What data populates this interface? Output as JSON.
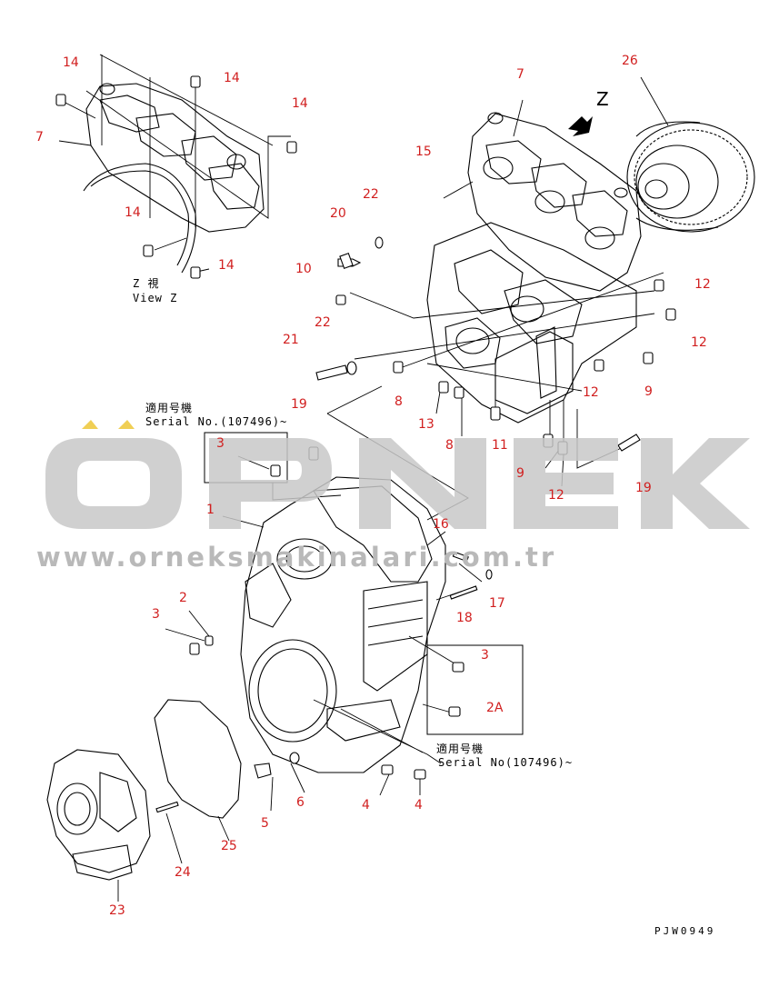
{
  "watermark": {
    "brand": "ÖRNEK",
    "url": "www.orneksmakinalari.com.tr"
  },
  "view_label": {
    "jp": "Z 視",
    "en": "View Z"
  },
  "z_arrow_label": "Z",
  "serial_box_top": {
    "jp": "適用号機",
    "en": "Serial No.(107496)~"
  },
  "serial_box_bottom": {
    "jp": "適用号機",
    "en": "Serial No(107496)~"
  },
  "drawing_code": "PJW0949",
  "callouts": [
    {
      "id": "c14a",
      "text": "14"
    },
    {
      "id": "c14b",
      "text": "14"
    },
    {
      "id": "c14c",
      "text": "14"
    },
    {
      "id": "c14d",
      "text": "14"
    },
    {
      "id": "c14e",
      "text": "14"
    },
    {
      "id": "c7a",
      "text": "7"
    },
    {
      "id": "c7b",
      "text": "7"
    },
    {
      "id": "c26",
      "text": "26"
    },
    {
      "id": "c15",
      "text": "15"
    },
    {
      "id": "c20",
      "text": "20"
    },
    {
      "id": "c22a",
      "text": "22"
    },
    {
      "id": "c10",
      "text": "10"
    },
    {
      "id": "c22b",
      "text": "22"
    },
    {
      "id": "c21",
      "text": "21"
    },
    {
      "id": "c12a",
      "text": "12"
    },
    {
      "id": "c12b",
      "text": "12"
    },
    {
      "id": "c12c",
      "text": "12"
    },
    {
      "id": "c12d",
      "text": "12"
    },
    {
      "id": "c9a",
      "text": "9"
    },
    {
      "id": "c9b",
      "text": "9"
    },
    {
      "id": "c8a",
      "text": "8"
    },
    {
      "id": "c8b",
      "text": "8"
    },
    {
      "id": "c13",
      "text": "13"
    },
    {
      "id": "c11",
      "text": "11"
    },
    {
      "id": "c19a",
      "text": "19"
    },
    {
      "id": "c19b",
      "text": "19"
    },
    {
      "id": "c3a",
      "text": "3"
    },
    {
      "id": "c1",
      "text": "1"
    },
    {
      "id": "c16",
      "text": "16"
    },
    {
      "id": "c17",
      "text": "17"
    },
    {
      "id": "c18",
      "text": "18"
    },
    {
      "id": "c2",
      "text": "2"
    },
    {
      "id": "c3b",
      "text": "3"
    },
    {
      "id": "c3c",
      "text": "3"
    },
    {
      "id": "c2A",
      "text": "2A"
    },
    {
      "id": "c6",
      "text": "6"
    },
    {
      "id": "c5",
      "text": "5"
    },
    {
      "id": "c4a",
      "text": "4"
    },
    {
      "id": "c4b",
      "text": "4"
    },
    {
      "id": "c25",
      "text": "25"
    },
    {
      "id": "c24",
      "text": "24"
    },
    {
      "id": "c23",
      "text": "23"
    }
  ]
}
